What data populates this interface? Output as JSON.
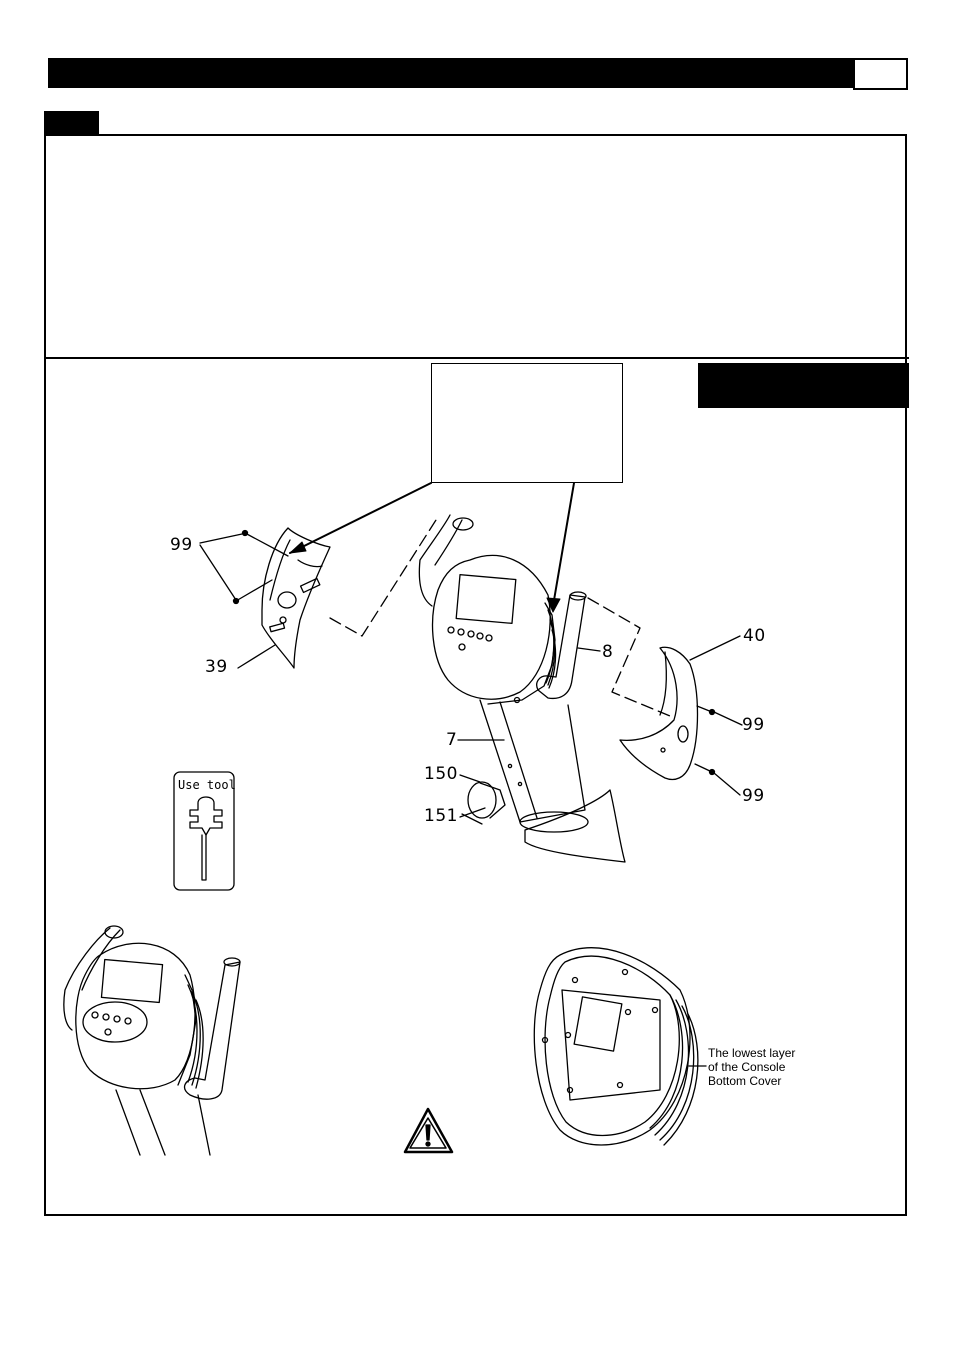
{
  "parts": {
    "p99": "99",
    "p39": "39",
    "p8": "8",
    "p40": "40",
    "p7": "7",
    "p150": "150",
    "p151": "151"
  },
  "tool_card": {
    "label": "Use tool"
  },
  "note": {
    "line1": "The lowest layer",
    "line2": "of the Console",
    "line3": "Bottom Cover"
  }
}
